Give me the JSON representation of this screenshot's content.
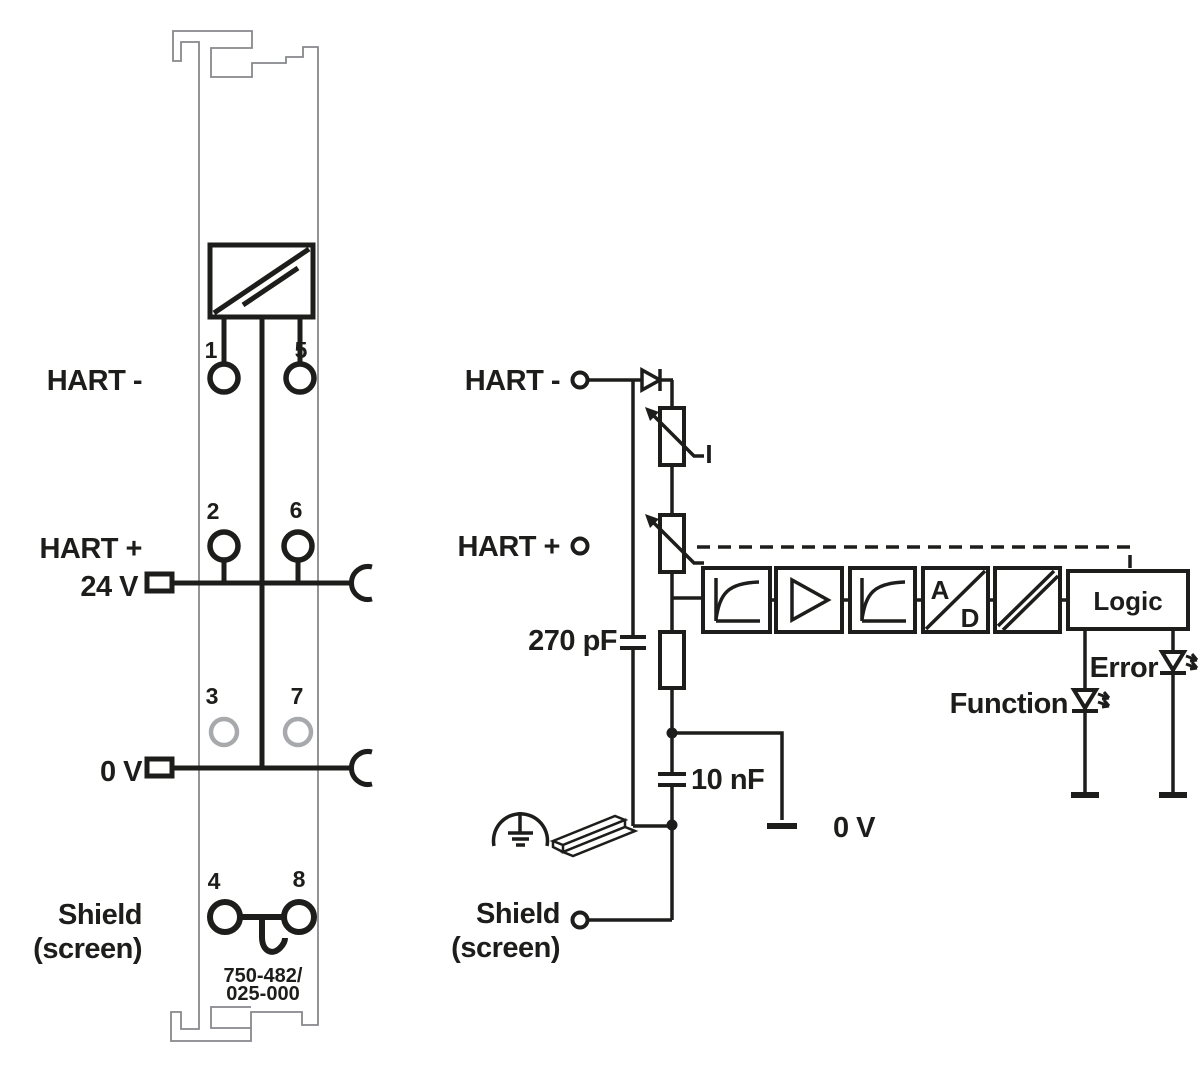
{
  "module": {
    "labels": {
      "row1": "HART -",
      "row2a": "HART +",
      "row2b": "24 V",
      "row3": "0 V",
      "row4a": "Shield",
      "row4b": "(screen)"
    },
    "terminal_numbers": [
      "1",
      "5",
      "2",
      "6",
      "3",
      "7",
      "4",
      "8"
    ],
    "part_number_line1": "750-482/",
    "part_number_line2": "025-000"
  },
  "circuit": {
    "hart_minus": "HART -",
    "hart_plus": "HART +",
    "cap_270": "270 pF",
    "cap_10": "10 nF",
    "zero_v": "0 V",
    "shield_line1": "Shield",
    "shield_line2": "(screen)",
    "current_label": "I",
    "ad_a": "A",
    "ad_d": "D",
    "logic": "Logic",
    "function_label": "Function",
    "error_label": "Error"
  },
  "colors": {
    "ink": "#1d1d1b",
    "module_outline": "#86888b",
    "inactive_terminal": "#a7a9ac",
    "background": "#ffffff"
  }
}
